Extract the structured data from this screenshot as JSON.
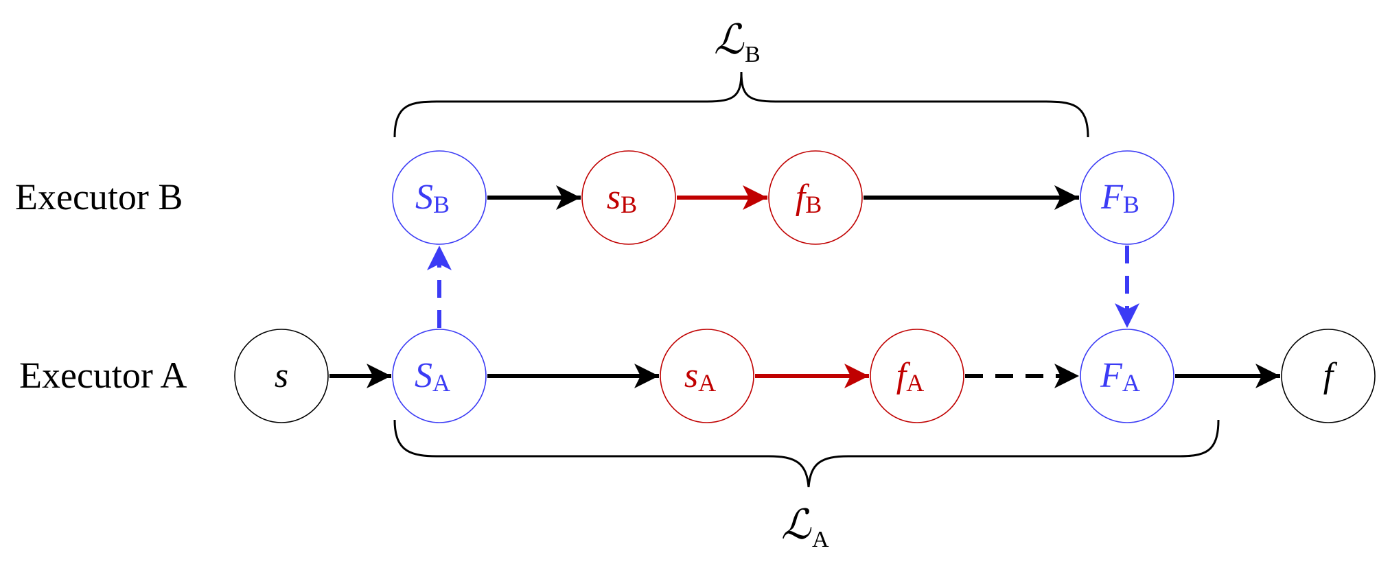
{
  "rows": {
    "executor_b": "Executor B",
    "executor_a": "Executor A"
  },
  "braces": {
    "top": {
      "main": "ℒ",
      "sub": "B"
    },
    "bottom": {
      "main": "ℒ",
      "sub": "A"
    }
  },
  "nodes": {
    "s": {
      "main": "s",
      "sub": "",
      "color": "#000000"
    },
    "SA": {
      "main": "S",
      "sub": "A",
      "color": "#3b3bf5"
    },
    "sA": {
      "main": "s",
      "sub": "A",
      "color": "#c00000"
    },
    "fA": {
      "main": "f",
      "sub": "A",
      "color": "#c00000"
    },
    "FA": {
      "main": "F",
      "sub": "A",
      "color": "#3b3bf5"
    },
    "f": {
      "main": "f",
      "sub": "",
      "color": "#000000"
    },
    "SB": {
      "main": "S",
      "sub": "B",
      "color": "#3b3bf5"
    },
    "sB": {
      "main": "s",
      "sub": "B",
      "color": "#c00000"
    },
    "fB": {
      "main": "f",
      "sub": "B",
      "color": "#c00000"
    },
    "FB": {
      "main": "F",
      "sub": "B",
      "color": "#3b3bf5"
    }
  },
  "edges": [
    {
      "from": "s",
      "to": "SA",
      "style": "solid",
      "color": "#000000"
    },
    {
      "from": "SA",
      "to": "sA",
      "style": "solid",
      "color": "#000000"
    },
    {
      "from": "sA",
      "to": "fA",
      "style": "solid",
      "color": "#c00000"
    },
    {
      "from": "fA",
      "to": "FA",
      "style": "dashed",
      "color": "#000000"
    },
    {
      "from": "FA",
      "to": "f",
      "style": "solid",
      "color": "#000000"
    },
    {
      "from": "SB",
      "to": "sB",
      "style": "solid",
      "color": "#000000"
    },
    {
      "from": "sB",
      "to": "fB",
      "style": "solid",
      "color": "#c00000"
    },
    {
      "from": "fB",
      "to": "FB",
      "style": "solid",
      "color": "#000000"
    },
    {
      "from": "SA",
      "to": "SB",
      "style": "dashed",
      "color": "#3b3bf5"
    },
    {
      "from": "FB",
      "to": "FA",
      "style": "dashed",
      "color": "#3b3bf5"
    }
  ]
}
